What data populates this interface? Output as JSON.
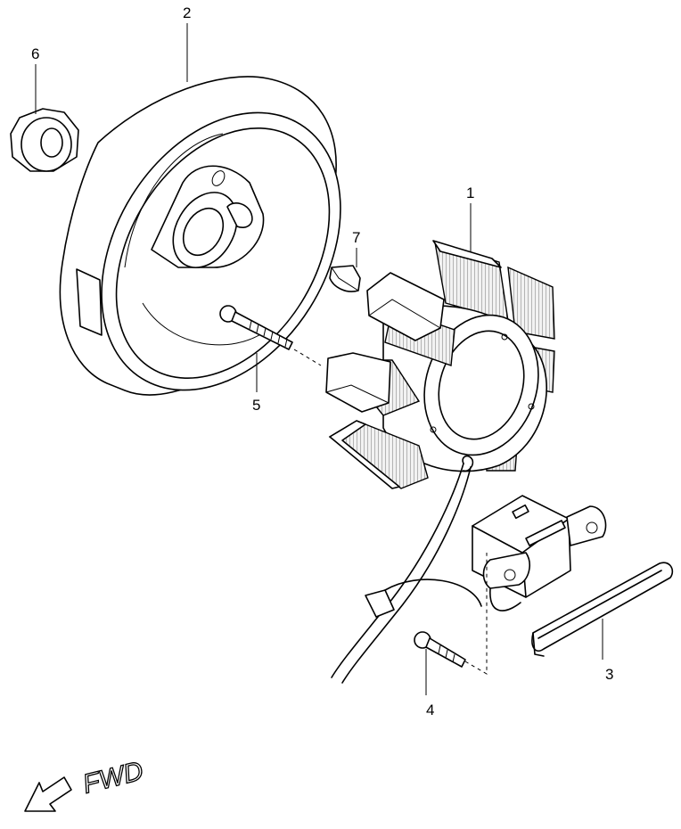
{
  "callouts": [
    {
      "id": "1",
      "label": "1"
    },
    {
      "id": "2",
      "label": "2"
    },
    {
      "id": "3",
      "label": "3"
    },
    {
      "id": "4",
      "label": "4"
    },
    {
      "id": "5",
      "label": "5"
    },
    {
      "id": "6",
      "label": "6"
    },
    {
      "id": "7",
      "label": "7"
    }
  ],
  "direction": {
    "label": "FWD",
    "icon": "arrow-left-down-icon"
  }
}
